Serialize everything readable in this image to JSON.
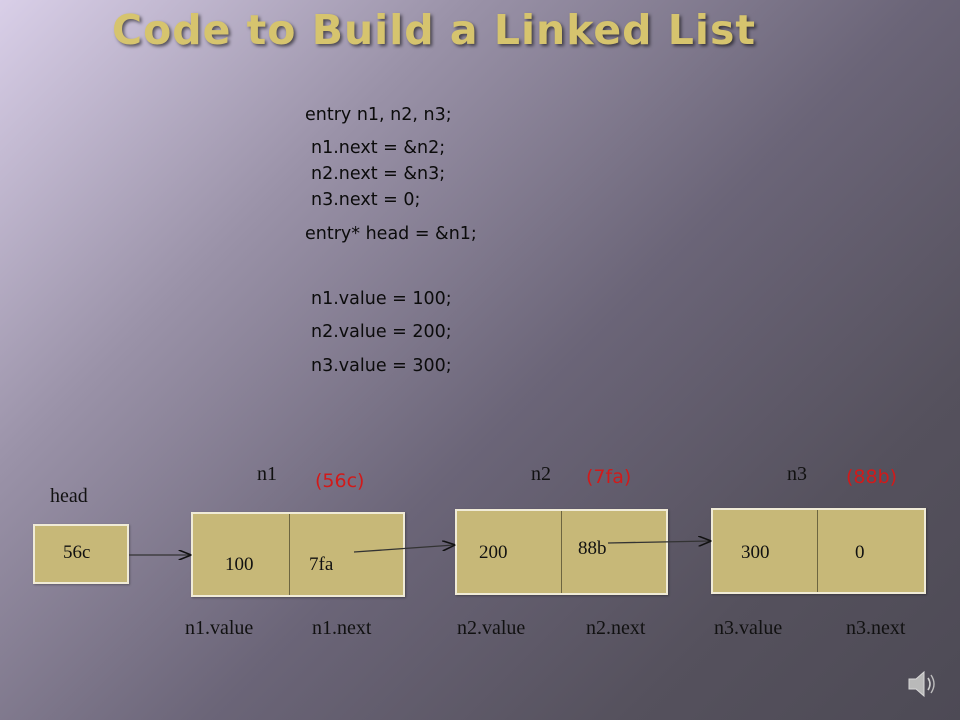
{
  "slide": {
    "title": "Code to Build a Linked List",
    "code": [
      "entry n1, n2, n3;",
      "n1.next = &n2;",
      "n2.next = &n3;",
      "n3.next = 0;",
      "entry* head = &n1;",
      "n1.value = 100;",
      "n2.value = 200;",
      "n3.value = 300;"
    ]
  },
  "diagram": {
    "head": {
      "label": "head",
      "value": "56c"
    },
    "nodes": [
      {
        "name": "n1",
        "address": "(56c)",
        "value": "100",
        "next": "7fa",
        "value_caption": "n1.value",
        "next_caption": "n1.next"
      },
      {
        "name": "n2",
        "address": "(7fa)",
        "value": "200",
        "next": "88b",
        "value_caption": "n2.value",
        "next_caption": "n2.next"
      },
      {
        "name": "n3",
        "address": "(88b)",
        "value": "300",
        "next": "0",
        "value_caption": "n3.value",
        "next_caption": "n3.next"
      }
    ]
  },
  "icons": {
    "audio": "speaker-icon"
  },
  "colors": {
    "title": "#d6c46e",
    "address": "#d11a1a",
    "box": "#c7b878"
  }
}
